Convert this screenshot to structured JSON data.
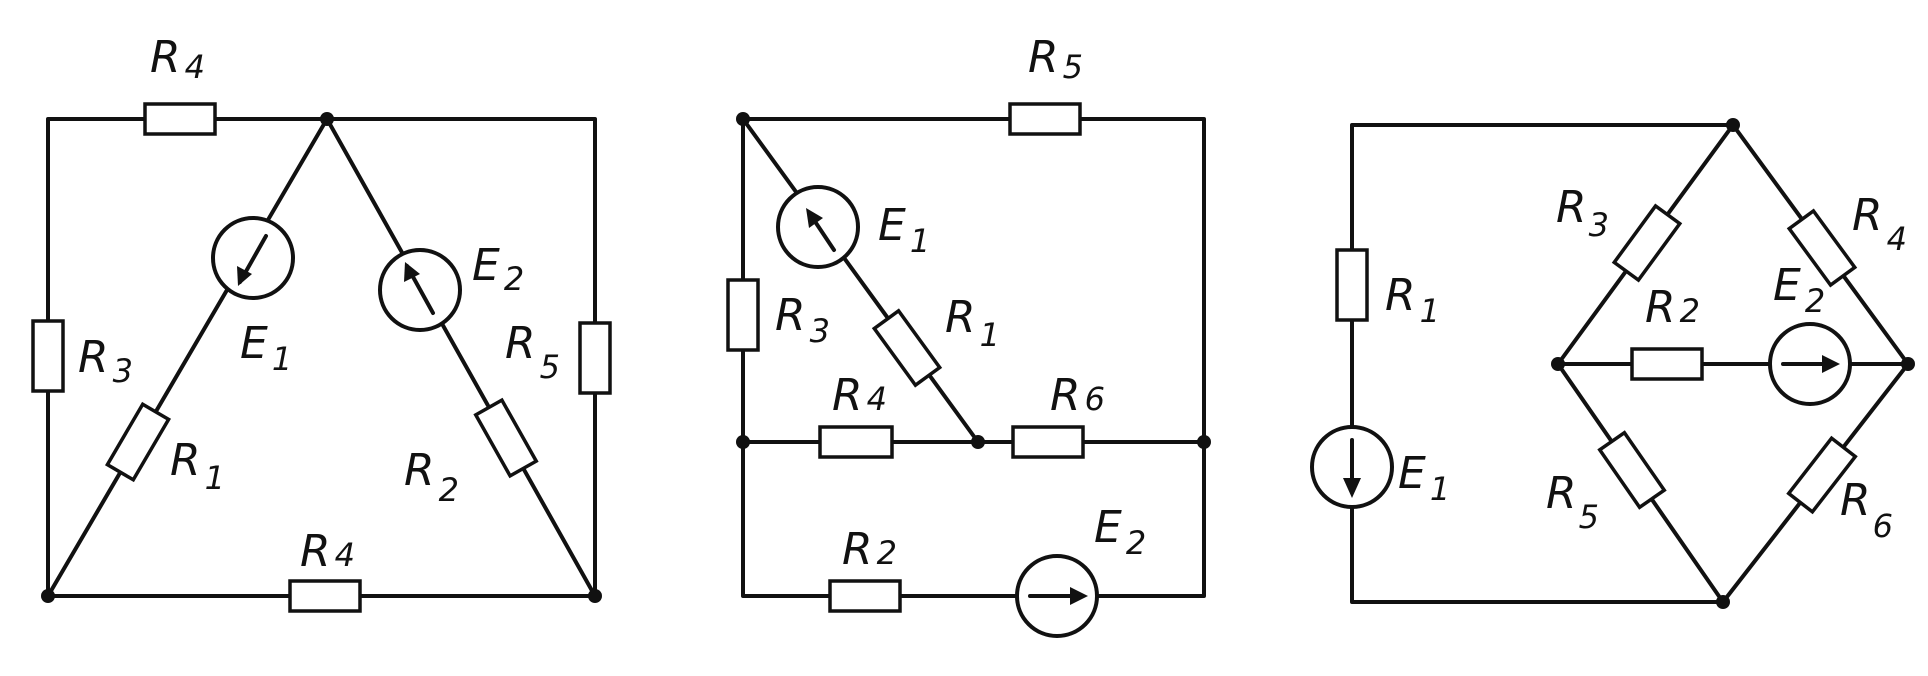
{
  "figure": {
    "stroke_color": "#111111",
    "background": "#ffffff",
    "circuits": [
      {
        "labels": [
          {
            "base": "R",
            "sub": "4"
          },
          {
            "base": "R",
            "sub": "3"
          },
          {
            "base": "E",
            "sub": "1"
          },
          {
            "base": "E",
            "sub": "2"
          },
          {
            "base": "R",
            "sub": "5"
          },
          {
            "base": "R",
            "sub": "1"
          },
          {
            "base": "R",
            "sub": "2"
          },
          {
            "base": "R",
            "sub": "4"
          }
        ]
      },
      {
        "labels": [
          {
            "base": "R",
            "sub": "5"
          },
          {
            "base": "E",
            "sub": "1"
          },
          {
            "base": "R",
            "sub": "3"
          },
          {
            "base": "R",
            "sub": "1"
          },
          {
            "base": "R",
            "sub": "4"
          },
          {
            "base": "R",
            "sub": "6"
          },
          {
            "base": "R",
            "sub": "2"
          },
          {
            "base": "E",
            "sub": "2"
          }
        ]
      },
      {
        "labels": [
          {
            "base": "R",
            "sub": "1"
          },
          {
            "base": "E",
            "sub": "1"
          },
          {
            "base": "R",
            "sub": "3"
          },
          {
            "base": "R",
            "sub": "4"
          },
          {
            "base": "R",
            "sub": "2"
          },
          {
            "base": "E",
            "sub": "2"
          },
          {
            "base": "R",
            "sub": "5"
          },
          {
            "base": "R",
            "sub": "6"
          }
        ]
      }
    ]
  }
}
